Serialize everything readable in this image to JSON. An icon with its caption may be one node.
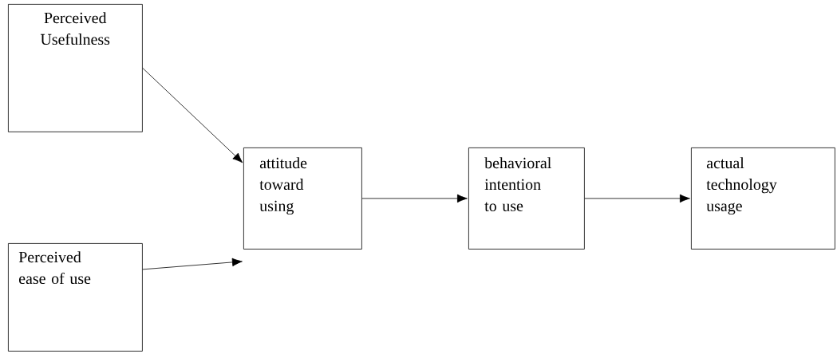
{
  "diagram": {
    "nodes": [
      {
        "text": [
          "Perceived Usefulness"
        ]
      },
      {
        "text": [
          "Perceived ease of use"
        ]
      },
      {
        "text": [
          "attitude toward using"
        ]
      },
      {
        "text": [
          "behavioral intention to use"
        ]
      },
      {
        "text": [
          "actual technology usage"
        ]
      }
    ],
    "edges": [
      {
        "from": 0,
        "to": 2,
        "arrow": "to"
      },
      {
        "from": 1,
        "to": 2,
        "arrow": "to"
      },
      {
        "from": 2,
        "to": 3,
        "arrow": "to"
      },
      {
        "from": 3,
        "to": 4,
        "arrow": "to"
      }
    ]
  }
}
